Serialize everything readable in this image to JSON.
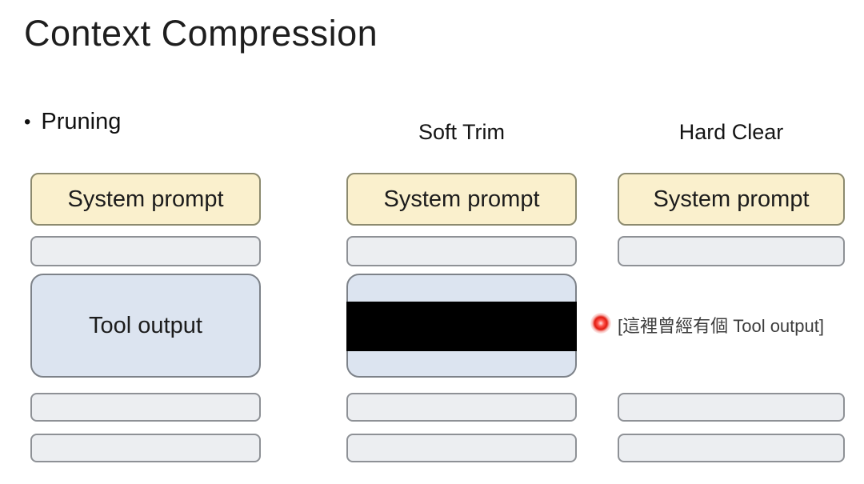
{
  "slide": {
    "title": "Context Compression",
    "bullet_marker": "•",
    "bullet_label": "Pruning"
  },
  "columns": {
    "pruning": {
      "system_prompt": "System prompt",
      "tool_output": "Tool output"
    },
    "soft_trim": {
      "header": "Soft Trim",
      "system_prompt": "System prompt"
    },
    "hard_clear": {
      "header": "Hard Clear",
      "system_prompt": "System prompt",
      "cleared_note": "[這裡曾經有個 Tool output]"
    }
  },
  "colors": {
    "background": "#FFFFFF",
    "text": "#1E1E1E",
    "system_prompt_fill": "#FAF0CD",
    "system_prompt_border": "#8C8A6F",
    "message_fill": "#ECEEF1",
    "message_border": "#8E9196",
    "tool_output_fill": "#DCE4F0",
    "tool_output_border": "#7D8289",
    "redaction_bar": "#000000",
    "laser_pointer_red": "#E8251B"
  }
}
